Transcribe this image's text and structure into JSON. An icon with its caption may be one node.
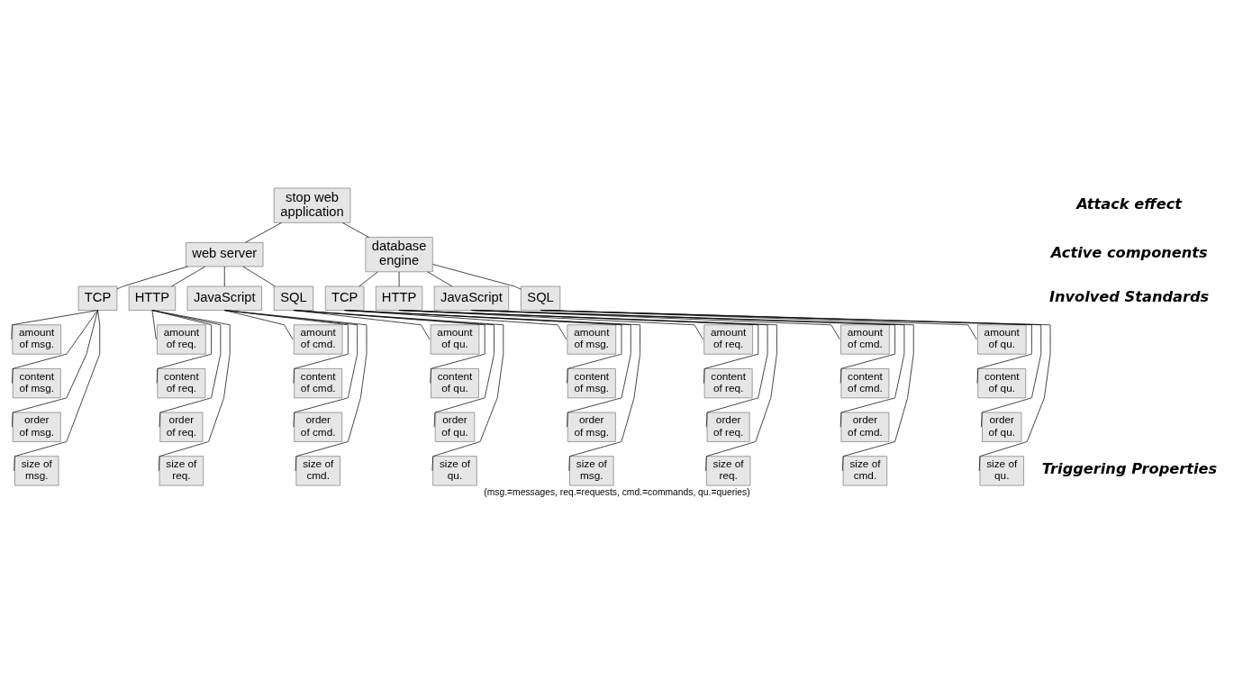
{
  "diagram": {
    "caption": "(msg.=messages, req.=requests, cmd.=commands, qu.=queries)",
    "nodes": [
      {
        "text": [
          "stop web application"
        ]
      },
      {
        "text": [
          "web server"
        ]
      },
      {
        "text": [
          "database engine"
        ]
      },
      {
        "text": [
          "TCP"
        ]
      },
      {
        "text": [
          "HTTP"
        ]
      },
      {
        "text": [
          "JavaScript"
        ]
      },
      {
        "text": [
          "SQL"
        ]
      },
      {
        "text": [
          "TCP"
        ]
      },
      {
        "text": [
          "HTTP"
        ]
      },
      {
        "text": [
          "JavaScript"
        ]
      },
      {
        "text": [
          "SQL"
        ]
      },
      {
        "text": [
          "amount of msg."
        ]
      },
      {
        "text": [
          "content of msg."
        ]
      },
      {
        "text": [
          "order of msg."
        ]
      },
      {
        "text": [
          "size of msg."
        ]
      },
      {
        "text": [
          "amount of req."
        ]
      },
      {
        "text": [
          "content of req."
        ]
      },
      {
        "text": [
          "order of req."
        ]
      },
      {
        "text": [
          "size of req."
        ]
      },
      {
        "text": [
          "amount of cmd."
        ]
      },
      {
        "text": [
          "content of cmd."
        ]
      },
      {
        "text": [
          "order of cmd."
        ]
      },
      {
        "text": [
          "size of cmd."
        ]
      },
      {
        "text": [
          "amount of qu."
        ]
      },
      {
        "text": [
          "content of qu."
        ]
      },
      {
        "text": [
          "order of qu."
        ]
      },
      {
        "text": [
          "size of qu."
        ]
      },
      {
        "text": [
          "amount of msg."
        ]
      },
      {
        "text": [
          "content of msg."
        ]
      },
      {
        "text": [
          "order of msg."
        ]
      },
      {
        "text": [
          "size of msg."
        ]
      },
      {
        "text": [
          "amount of req."
        ]
      },
      {
        "text": [
          "content of req."
        ]
      },
      {
        "text": [
          "order of req."
        ]
      },
      {
        "text": [
          "size of req."
        ]
      },
      {
        "text": [
          "amount of cmd."
        ]
      },
      {
        "text": [
          "content of cmd."
        ]
      },
      {
        "text": [
          "order of cmd."
        ]
      },
      {
        "text": [
          "size of cmd."
        ]
      },
      {
        "text": [
          "amount of qu."
        ]
      },
      {
        "text": [
          "content of qu."
        ]
      },
      {
        "text": [
          "order of qu."
        ]
      },
      {
        "text": [
          "size of qu."
        ]
      }
    ],
    "edges": [
      {
        "from": 0,
        "to": 1,
        "arrow": "none"
      },
      {
        "from": 0,
        "to": 2,
        "arrow": "none"
      },
      {
        "from": 1,
        "to": 3,
        "arrow": "none"
      },
      {
        "from": 1,
        "to": 4,
        "arrow": "none"
      },
      {
        "from": 1,
        "to": 5,
        "arrow": "none"
      },
      {
        "from": 1,
        "to": 6,
        "arrow": "none"
      },
      {
        "from": 2,
        "to": 7,
        "arrow": "none"
      },
      {
        "from": 2,
        "to": 8,
        "arrow": "none"
      },
      {
        "from": 2,
        "to": 9,
        "arrow": "none"
      },
      {
        "from": 2,
        "to": 10,
        "arrow": "none"
      },
      {
        "from": 3,
        "to": 11,
        "arrow": "none"
      },
      {
        "from": 3,
        "to": 12,
        "arrow": "none"
      },
      {
        "from": 3,
        "to": 13,
        "arrow": "none"
      },
      {
        "from": 3,
        "to": 14,
        "arrow": "none"
      },
      {
        "from": 4,
        "to": 15,
        "arrow": "none"
      },
      {
        "from": 4,
        "to": 16,
        "arrow": "none"
      },
      {
        "from": 4,
        "to": 17,
        "arrow": "none"
      },
      {
        "from": 4,
        "to": 18,
        "arrow": "none"
      },
      {
        "from": 5,
        "to": 19,
        "arrow": "none"
      },
      {
        "from": 5,
        "to": 20,
        "arrow": "none"
      },
      {
        "from": 5,
        "to": 21,
        "arrow": "none"
      },
      {
        "from": 5,
        "to": 22,
        "arrow": "none"
      },
      {
        "from": 6,
        "to": 23,
        "arrow": "none"
      },
      {
        "from": 6,
        "to": 24,
        "arrow": "none"
      },
      {
        "from": 6,
        "to": 25,
        "arrow": "none"
      },
      {
        "from": 6,
        "to": 26,
        "arrow": "none"
      },
      {
        "from": 7,
        "to": 27,
        "arrow": "none"
      },
      {
        "from": 7,
        "to": 28,
        "arrow": "none"
      },
      {
        "from": 7,
        "to": 29,
        "arrow": "none"
      },
      {
        "from": 7,
        "to": 30,
        "arrow": "none"
      },
      {
        "from": 8,
        "to": 31,
        "arrow": "none"
      },
      {
        "from": 8,
        "to": 32,
        "arrow": "none"
      },
      {
        "from": 8,
        "to": 33,
        "arrow": "none"
      },
      {
        "from": 8,
        "to": 34,
        "arrow": "none"
      },
      {
        "from": 9,
        "to": 35,
        "arrow": "none"
      },
      {
        "from": 9,
        "to": 36,
        "arrow": "none"
      },
      {
        "from": 9,
        "to": 37,
        "arrow": "none"
      },
      {
        "from": 9,
        "to": 38,
        "arrow": "none"
      },
      {
        "from": 10,
        "to": 39,
        "arrow": "none"
      },
      {
        "from": 10,
        "to": 40,
        "arrow": "none"
      },
      {
        "from": 10,
        "to": 41,
        "arrow": "none"
      },
      {
        "from": 10,
        "to": 42,
        "arrow": "none"
      }
    ],
    "labels": [
      "Attack effect",
      "Active components",
      "Involved Standards",
      "Triggering Properties"
    ]
  }
}
